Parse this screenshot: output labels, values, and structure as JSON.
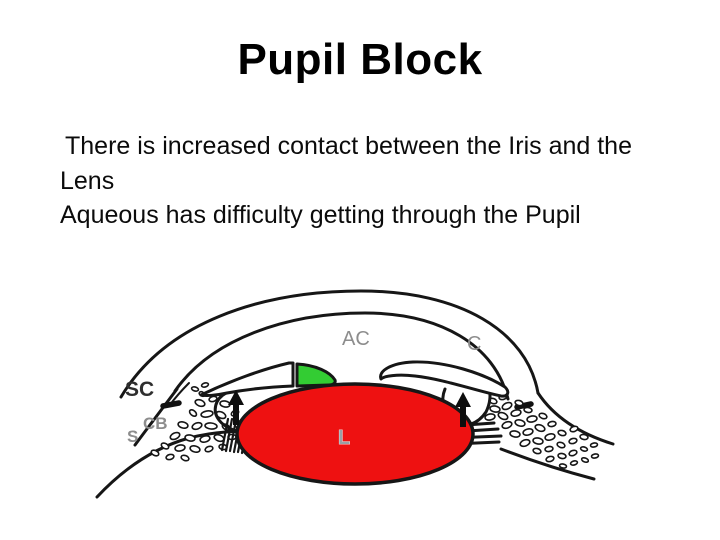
{
  "slide": {
    "title": "Pupil Block",
    "bullets": [
      "There is increased contact between the Iris and the Lens",
      "Aqueous has difficulty getting through the Pupil"
    ]
  },
  "diagram": {
    "labels": {
      "sc": "SC",
      "cb": "CB",
      "s": "S",
      "ac": "AC",
      "c": "C",
      "l": "L"
    },
    "colors": {
      "lens_red": "#ee1111",
      "block_green": "#33cc33",
      "line_ink": "#161616",
      "label_gray": "#8d8d8d"
    }
  }
}
